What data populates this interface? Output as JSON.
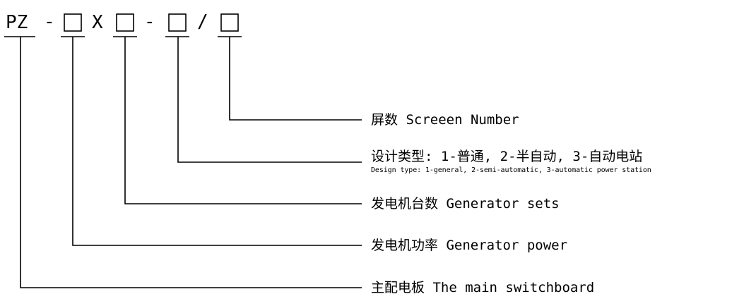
{
  "model_code": {
    "prefix": "PZ",
    "sep1": "-",
    "times": "X",
    "sep2": "-",
    "slash": "/"
  },
  "labels": [
    {
      "text": "屏数 Screeen Number"
    },
    {
      "text": "设计类型: 1-普通, 2-半自动, 3-自动电站",
      "subtext": "Design type: 1-general, 2-semi-automatic, 3-automatic power station"
    },
    {
      "text": "发电机台数 Generator sets"
    },
    {
      "text": "发电机功率 Generator power"
    },
    {
      "text": "主配电板 The main switchboard"
    }
  ],
  "colors": {
    "line": "#000000",
    "text": "#000000",
    "background": "#ffffff"
  }
}
